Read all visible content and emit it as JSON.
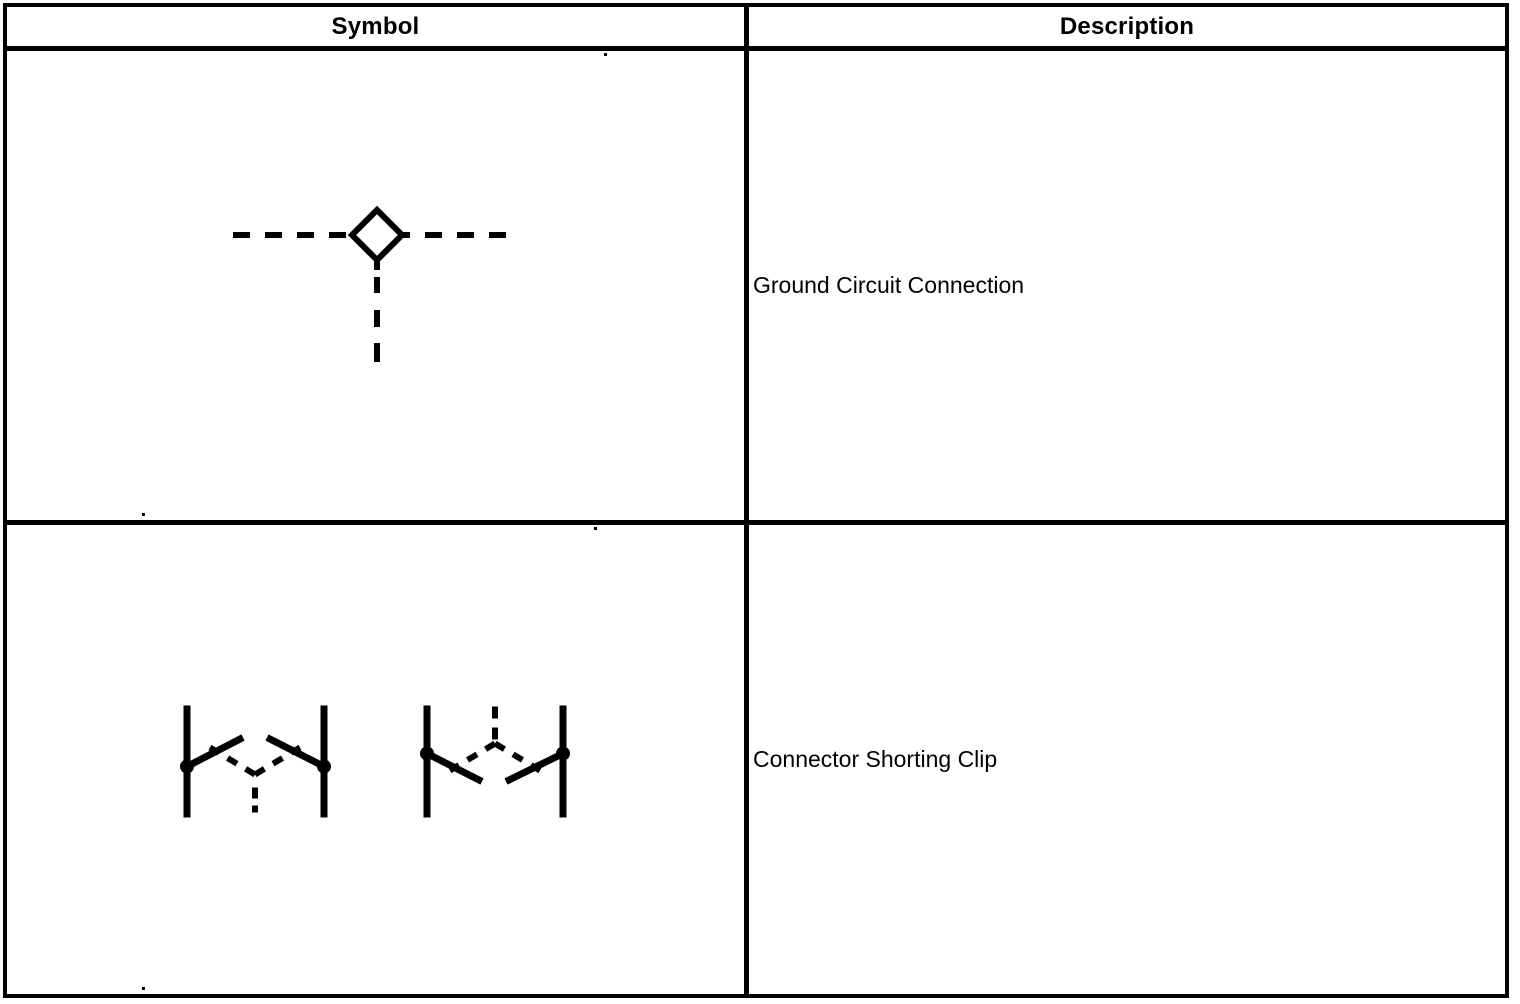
{
  "page": {
    "background_color": "#ffffff",
    "ink_color": "#000000",
    "kind": "schematic symbol legend table"
  },
  "table": {
    "columns": [
      {
        "label": "Symbol"
      },
      {
        "label": "Description"
      }
    ],
    "rows": [
      {
        "symbol_icon": "ground-circuit-connection-symbol",
        "description": "Ground Circuit Connection"
      },
      {
        "symbol_icon": "connector-shorting-clip-symbol",
        "description": "Connector Shorting Clip"
      }
    ]
  }
}
